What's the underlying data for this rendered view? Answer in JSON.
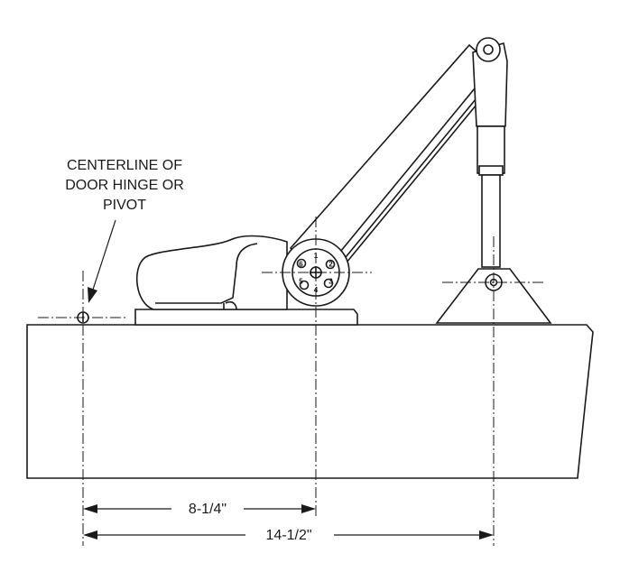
{
  "labels": {
    "callout_line1": "CENTERLINE OF",
    "callout_line2": "DOOR HINGE OR",
    "callout_line3": "PIVOT"
  },
  "dimensions": {
    "dim_short": "8-1/4\"",
    "dim_long": "14-1/2\""
  },
  "pivot_numbers": [
    "1",
    "2",
    "3",
    "4",
    "5",
    "6"
  ]
}
